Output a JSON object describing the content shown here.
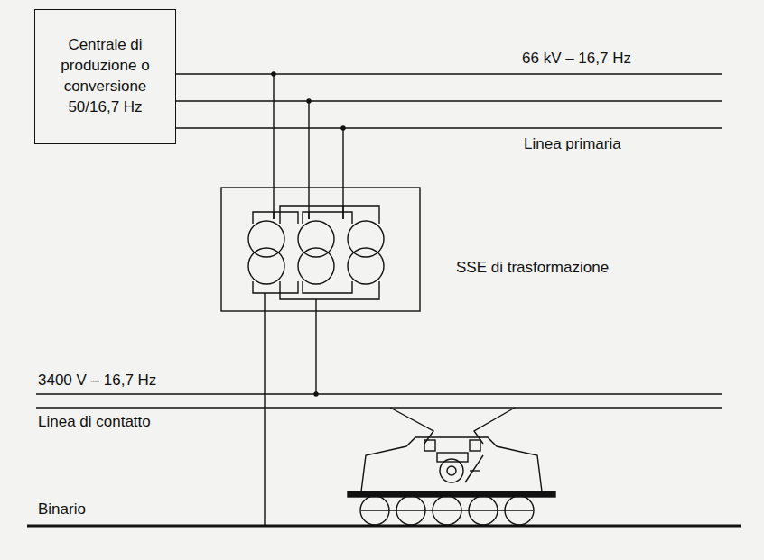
{
  "diagram": {
    "nodes": [
      {
        "text": [
          "Centrale di produzione o conversione 50/16,7 Hz"
        ]
      }
    ],
    "labels": [
      "66 kV – 16,7 Hz",
      "Linea primaria",
      "SSE di trasformazione",
      "3400 V – 16,7 Hz",
      "Linea di contatto",
      "Binario"
    ]
  }
}
